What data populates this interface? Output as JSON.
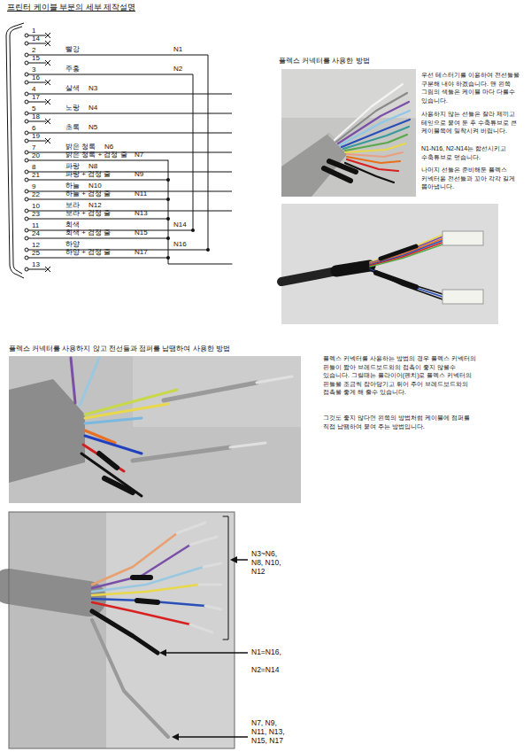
{
  "diagram": {
    "title": "프린터 케이블 부분의 세부 제작설명",
    "labels": [
      "1",
      "14",
      "2",
      "15",
      "3",
      "16",
      "4",
      "17",
      "5",
      "18",
      "6",
      "19",
      "7",
      "20",
      "8",
      "21",
      "9",
      "22",
      "10",
      "23",
      "11",
      "24",
      "12",
      "25",
      "13",
      "빨강",
      "주홍",
      "살색",
      "노랑",
      "초록",
      "밝은 청록",
      "밝은 청록 + 검정 줄",
      "파랑",
      "파랑 + 검정 줄",
      "하늘",
      "하늘 + 검정 줄",
      "보라",
      "보라 + 검정 줄",
      "회색",
      "회색 + 검정 줄",
      "하양",
      "하양 + 검정 줄",
      "N1",
      "N2",
      "N3",
      "N4",
      "N5",
      "N6",
      "N7",
      "N8",
      "N9",
      "N10",
      "N11",
      "N12",
      "N13",
      "N14",
      "N15",
      "N16",
      "N17",
      "플렉스 커넥터를 사용한 방법",
      "우선 테스터기를 이용하여 전선들을 구분해 내야 하겠습니다. 맨 왼쪽 그림의 색들은 케이블 마다 다를수 있습니다.",
      "사용하지 않는 선들은 잘라 제끼고 테잎으로 붙여 둔 후 수축튜브로 큰 케이블쪽에 밀착시켜 버립니다.",
      "N1-N16, N2-N14는 합선시키고 수축튜브로 덮습니다.",
      "나머지 선들은 준비해둔 플렉스 커넥터용 전선들과 꼬아 각각 길게 뽑아냅니다.",
      "플렉스 커넥터를 사용하지 않고 전선들과 점퍼를 납땜하여 사용한 방법",
      "플렉스 커넥터를 사용하는 방법의 경우 플렉스 커넥터의 핀들이 짧아 브레드보드와의 접촉이 좋지 않을수 있습니다. 그럴때는 플라이어(펜치)로 플렉스 커넥터의 핀들을 조금씩 잡아당기고 휘어 주어 브레드보드와의 접촉을 좋게 해 줄수 있습니다.",
      "그것도 좋지 않다면 왼쪽의 방법처럼 케이블에 점퍼를 직접 납땜하여 붙여 주는 방법입니다.",
      "N3~N6, N8, N10, N12",
      "N1=N16,",
      "N2=N14",
      "N7, N9, N11, N13, N15, N17"
    ]
  }
}
